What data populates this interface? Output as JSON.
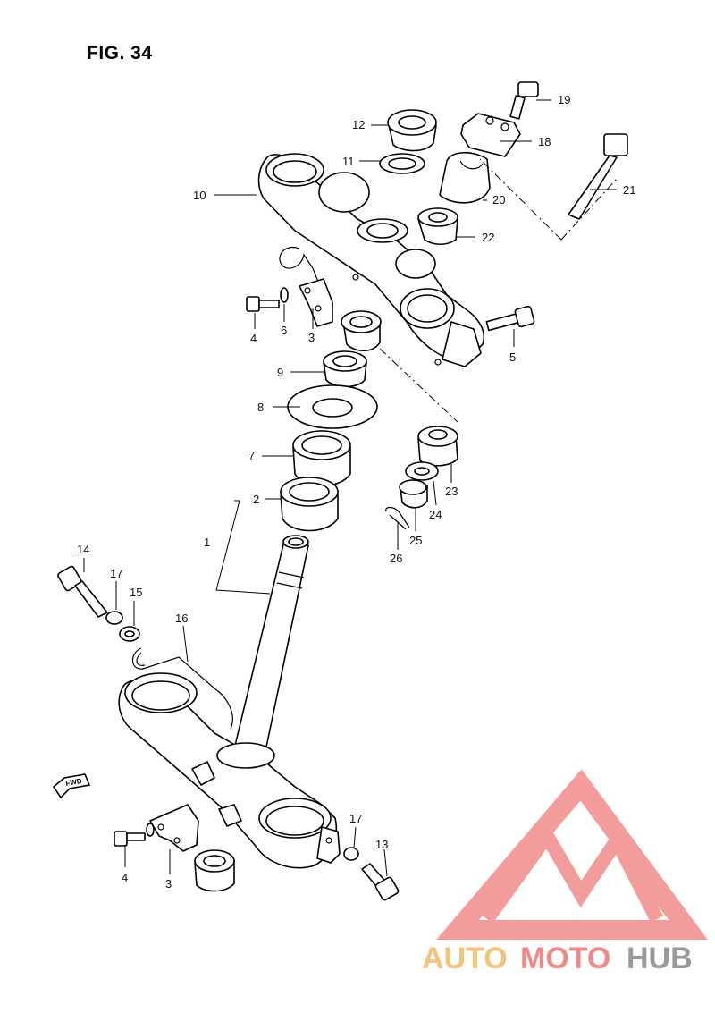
{
  "figure": {
    "title": "FIG. 34"
  },
  "fwd_badge": "FWD",
  "brand": {
    "part1": "AUTO",
    "part2": "MOTO",
    "part3": "HUB",
    "color1": "#f5c27a",
    "color2": "#f08a8a",
    "color3": "#9a9a9a",
    "logo_color": "#f28b8b"
  },
  "callouts": [
    "1",
    "2",
    "3",
    "3",
    "4",
    "4",
    "5",
    "6",
    "7",
    "8",
    "9",
    "10",
    "11",
    "12",
    "13",
    "14",
    "15",
    "16",
    "17",
    "17",
    "18",
    "19",
    "20",
    "21",
    "22",
    "23",
    "24",
    "25",
    "26"
  ]
}
